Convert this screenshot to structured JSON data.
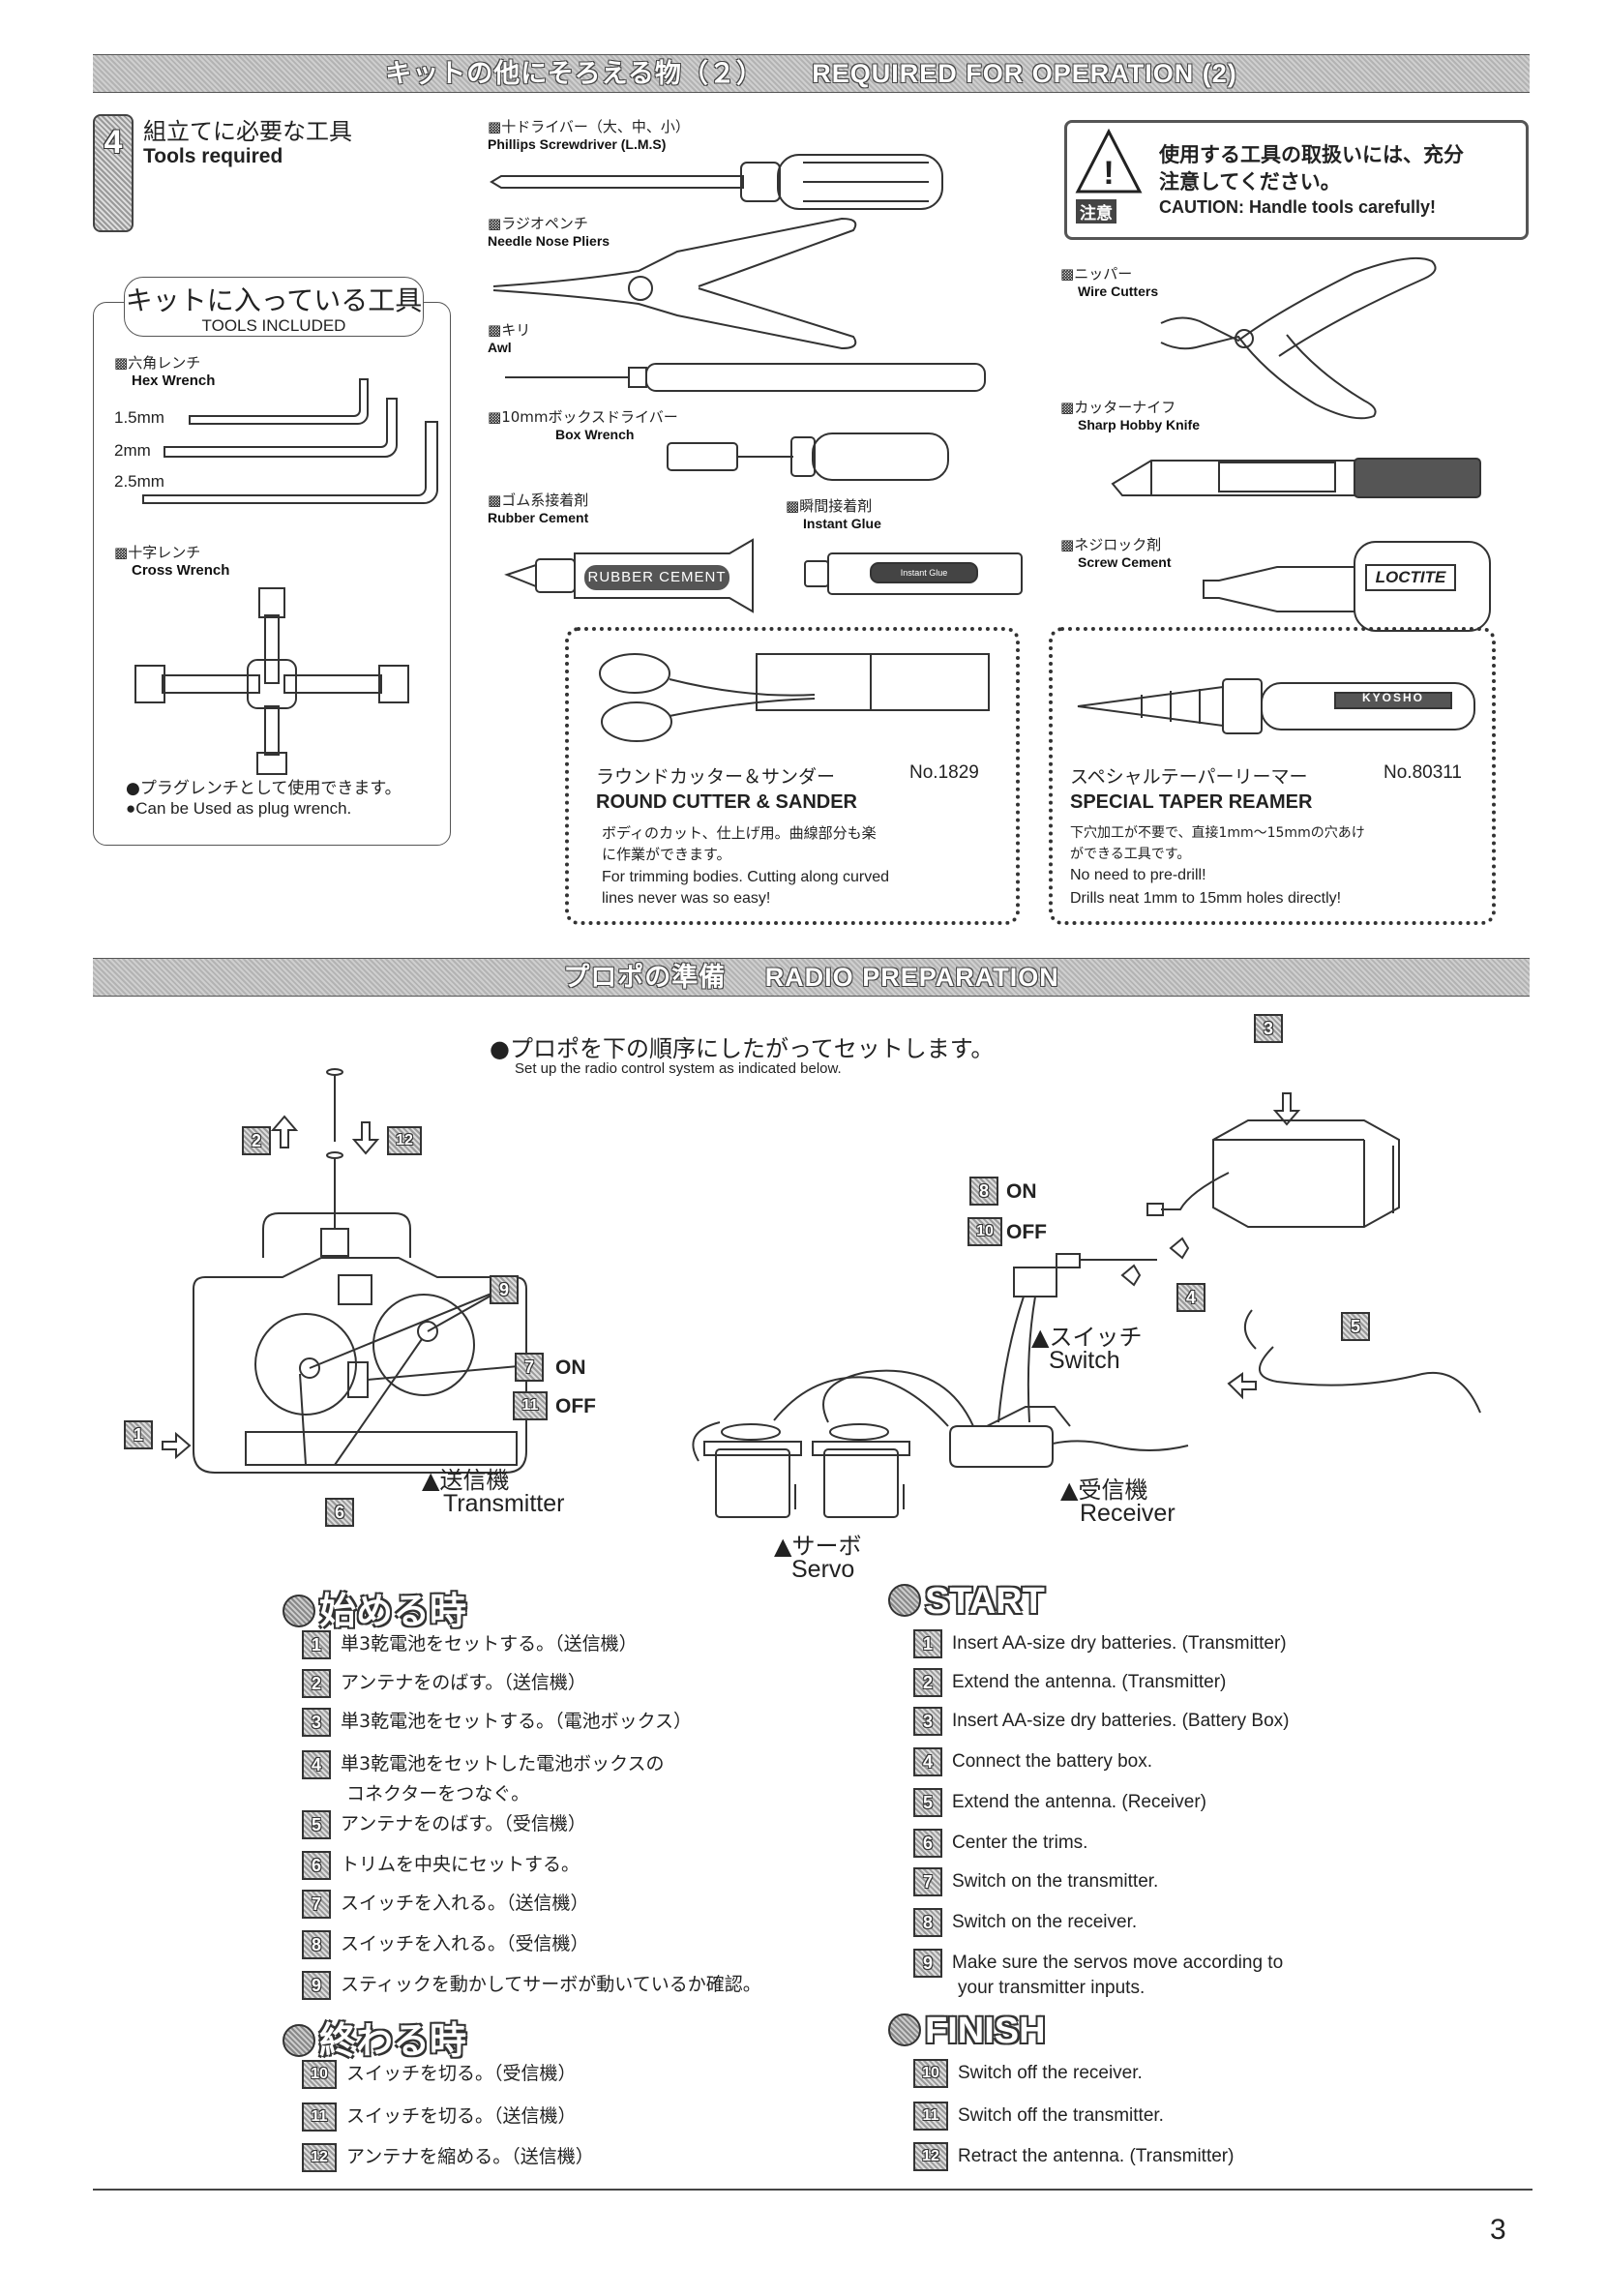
{
  "section1": {
    "bar_jp": "キットの他にそろえる物（２）",
    "bar_en": "REQUIRED FOR OPERATION (2)",
    "step_number": "4",
    "tools_required_jp": "組立てに必要な工具",
    "tools_required_en": "Tools required",
    "caution_jp1": "使用する工具の取扱いには、充分",
    "caution_jp2": "注意してください。",
    "caution_tag": "注意",
    "caution_en": "CAUTION: Handle tools carefully!",
    "included": {
      "title_jp": "キットに入っている工具",
      "title_en": "TOOLS INCLUDED",
      "hex_jp": "六角レンチ",
      "hex_en": "Hex Wrench",
      "sizes": [
        "1.5mm",
        "2mm",
        "2.5mm"
      ],
      "cross_jp": "十字レンチ",
      "cross_en": "Cross Wrench",
      "note_jp": "●プラグレンチとして使用できます。",
      "note_en": "●Can be Used as plug wrench."
    },
    "tools": {
      "screwdriver_jp": "十ドライバー（大、中、小）",
      "screwdriver_en": "Phillips Screwdriver (L.M.S)",
      "pliers_jp": "ラジオペンチ",
      "pliers_en": "Needle Nose Pliers",
      "awl_jp": "キリ",
      "awl_en": "Awl",
      "box_jp": "10mmボックスドライバー",
      "box_en": "Box Wrench",
      "rubber_jp": "ゴム系接着剤",
      "rubber_en": "Rubber Cement",
      "rubber_tube_label": "RUBBER CEMENT",
      "instant_jp": "瞬間接着剤",
      "instant_en": "Instant Glue",
      "instant_tube_label": "Instant Glue",
      "nipper_jp": "ニッパー",
      "nipper_en": "Wire Cutters",
      "knife_jp": "カッターナイフ",
      "knife_en": "Sharp Hobby Knife",
      "screwcement_jp": "ネジロック剤",
      "screwcement_en": "Screw Cement",
      "loctite_label": "LOCTITE"
    },
    "option1": {
      "name_jp": "ラウンドカッター＆サンダー",
      "no": "No.1829",
      "name_en": "ROUND CUTTER & SANDER",
      "desc_jp1": "ボディのカット、仕上げ用。曲線部分も楽",
      "desc_jp2": "に作業ができます。",
      "desc_en1": "For trimming bodies.  Cutting along curved",
      "desc_en2": "lines never was so easy!"
    },
    "option2": {
      "name_jp": "スペシャルテーパーリーマー",
      "no": "No.80311",
      "name_en": "SPECIAL TAPER REAMER",
      "desc_jp1": "下穴加工が不要で、直接1mm〜15mmの穴あけ",
      "desc_jp2": "ができる工具です。",
      "desc_en1": "No need to pre-drill!",
      "desc_en2": "Drills neat 1mm to 15mm holes directly!",
      "brand": "KYOSHO"
    }
  },
  "section2": {
    "bar_jp": "プロポの準備",
    "bar_en": "RADIO PREPARATION",
    "intro_jp": "●プロポを下の順序にしたがってセットします。",
    "intro_en": "Set up the radio control system as indicated below.",
    "on": "ON",
    "off": "OFF",
    "switch_jp": "▲スイッチ",
    "switch_en": "Switch",
    "transmitter_jp": "▲送信機",
    "transmitter_en": "Transmitter",
    "receiver_jp": "▲受信機",
    "receiver_en": "Receiver",
    "servo_jp": "▲サーボ",
    "servo_en": "Servo",
    "callouts": [
      "1",
      "2",
      "3",
      "4",
      "5",
      "6",
      "7",
      "8",
      "9",
      "10",
      "11",
      "12"
    ]
  },
  "start": {
    "head_jp": "始める時",
    "head_en": "START",
    "steps": [
      {
        "n": "1",
        "jp": "単3乾電池をセットする。（送信機）",
        "en": "Insert AA-size dry batteries. (Transmitter)"
      },
      {
        "n": "2",
        "jp": "アンテナをのばす。（送信機）",
        "en": "Extend the antenna. (Transmitter)"
      },
      {
        "n": "3",
        "jp": "単3乾電池をセットする。（電池ボックス）",
        "en": "Insert AA-size dry batteries. (Battery Box)"
      },
      {
        "n": "4",
        "jp": "単3乾電池をセットした電池ボックスの",
        "jp2": "コネクターをつなぐ。",
        "en": "Connect the battery box."
      },
      {
        "n": "5",
        "jp": "アンテナをのばす。（受信機）",
        "en": "Extend the antenna. (Receiver)"
      },
      {
        "n": "6",
        "jp": "トリムを中央にセットする。",
        "en": "Center the trims."
      },
      {
        "n": "7",
        "jp": "スイッチを入れる。（送信機）",
        "en": "Switch on the transmitter."
      },
      {
        "n": "8",
        "jp": "スイッチを入れる。（受信機）",
        "en": "Switch on the receiver."
      },
      {
        "n": "9",
        "jp": "スティックを動かしてサーボが動いているか確認。",
        "en": "Make sure the servos move according to",
        "en2": "your transmitter inputs."
      }
    ]
  },
  "finish": {
    "head_jp": "終わる時",
    "head_en": "FINISH",
    "steps": [
      {
        "n": "10",
        "jp": "スイッチを切る。（受信機）",
        "en": "Switch off the receiver."
      },
      {
        "n": "11",
        "jp": "スイッチを切る。（送信機）",
        "en": "Switch off the transmitter."
      },
      {
        "n": "12",
        "jp": "アンテナを縮める。（送信機）",
        "en": "Retract the antenna. (Transmitter)"
      }
    ]
  },
  "page_number": "3"
}
